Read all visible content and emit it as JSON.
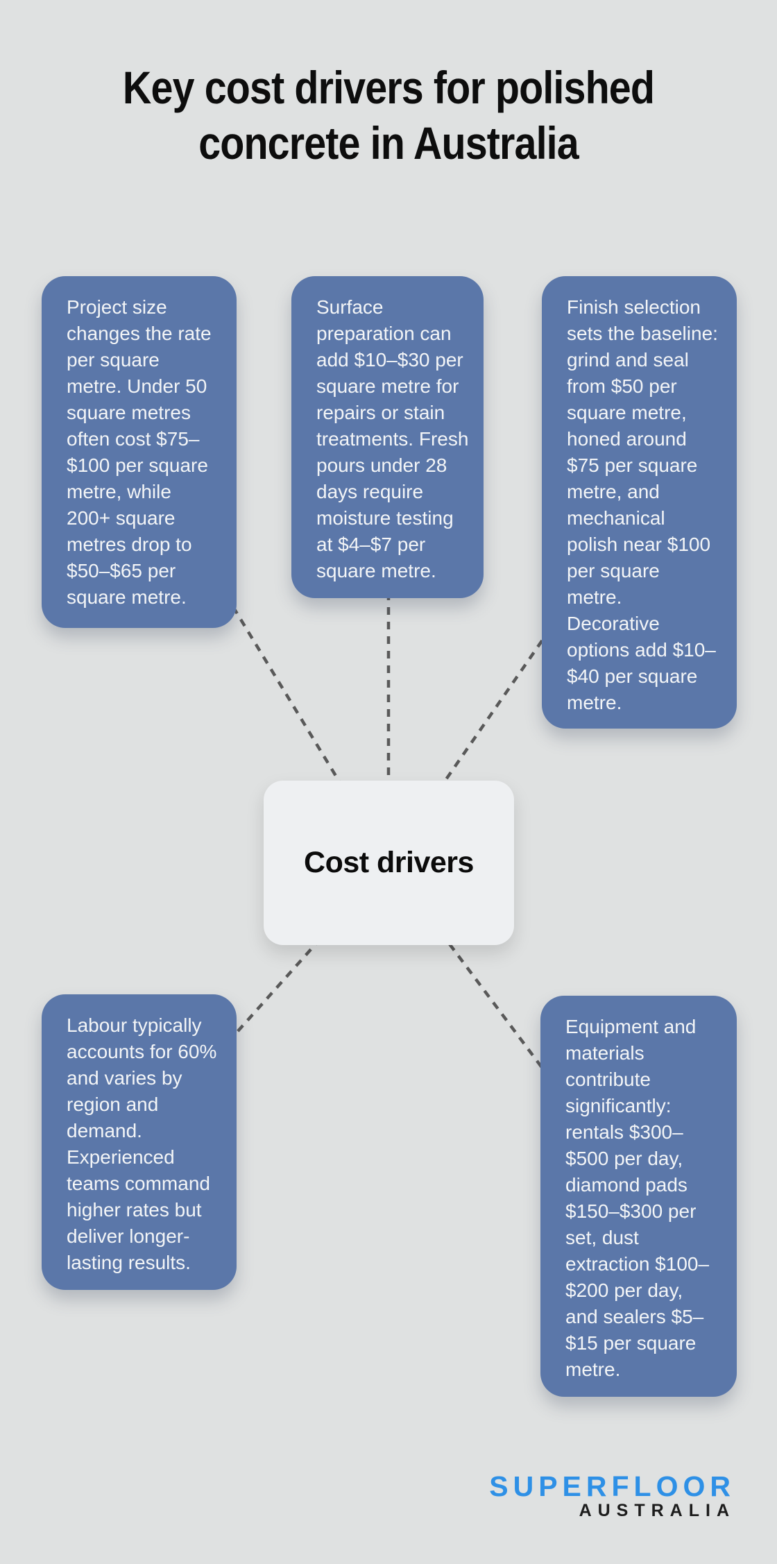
{
  "title": "Key cost drivers for polished\nconcrete in Australia",
  "center_node": {
    "label": "Cost drivers"
  },
  "nodes": [
    {
      "name": "project-size",
      "text": "Project size\nchanges the rate\nper square\nmetre. Under 50\nsquare metres\noften cost $75–\n$100 per square\nmetre, while\n200+ square\nmetres drop to\n$50–$65 per\nsquare metre."
    },
    {
      "name": "surface-preparation",
      "text": "Surface\npreparation can\nadd $10–$30 per\nsquare metre for\nrepairs or stain\ntreatments. Fresh\npours under 28\ndays require\nmoisture testing\nat $4–$7 per\nsquare metre."
    },
    {
      "name": "finish-selection",
      "text": "Finish selection\nsets the baseline:\ngrind and seal\nfrom $50 per\nsquare metre,\nhoned around\n$75 per square\nmetre, and\nmechanical\npolish near $100\nper square\nmetre.\nDecorative\noptions add $10–\n$40 per square\nmetre."
    },
    {
      "name": "labour",
      "text": "Labour typically\naccounts for 60%\nand varies by\nregion and\ndemand.\nExperienced\nteams command\nhigher rates but\ndeliver longer-\nlasting results."
    },
    {
      "name": "equipment-materials",
      "text": "Equipment and\nmaterials\ncontribute\nsignificantly:\nrentals $300–\n$500 per day,\ndiamond pads\n$150–$300 per\nset, dust\nextraction $100–\n$200 per day,\nand sealers $5–\n$15 per square\nmetre."
    }
  ],
  "logo": {
    "brand": "SUPERFLOOR",
    "region": "AUSTRALIA"
  },
  "colors": {
    "background": "#dfe1e1",
    "node_fill": "#5b77a9",
    "node_text": "#f3f5f7",
    "center_fill": "#eef0f2",
    "connector": "#595959",
    "title_text": "#0d0d0d",
    "logo_blue": "#2e90e6",
    "logo_dark": "#1c1c1c"
  }
}
